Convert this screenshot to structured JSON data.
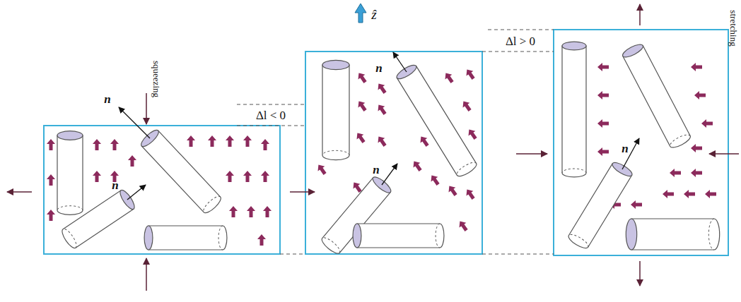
{
  "diagram": {
    "labels": [
      "squeezing",
      "n",
      "n",
      "ẑ",
      "Δl < 0",
      "n",
      "n",
      "Δl > 0",
      "stretching",
      "n"
    ]
  }
}
